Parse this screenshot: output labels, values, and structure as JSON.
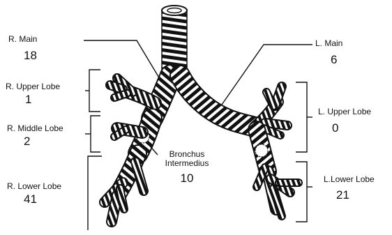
{
  "labels": {
    "r_main": {
      "name": "R. Main",
      "value": "18"
    },
    "l_main": {
      "name": "L. Main",
      "value": "6"
    },
    "r_upper": {
      "name": "R. Upper Lobe",
      "value": "1"
    },
    "l_upper": {
      "name": "L. Upper Lobe",
      "value": "0"
    },
    "r_middle": {
      "name": "R. Middle Lobe",
      "value": "2"
    },
    "bronchus_int": {
      "line1": "Bronchus",
      "line2": "Intermedius",
      "value": "10"
    },
    "r_lower": {
      "name": "R. Lower Lobe",
      "value": "41"
    },
    "l_lower": {
      "name": "L.Lower Lobe",
      "value": "21"
    }
  }
}
